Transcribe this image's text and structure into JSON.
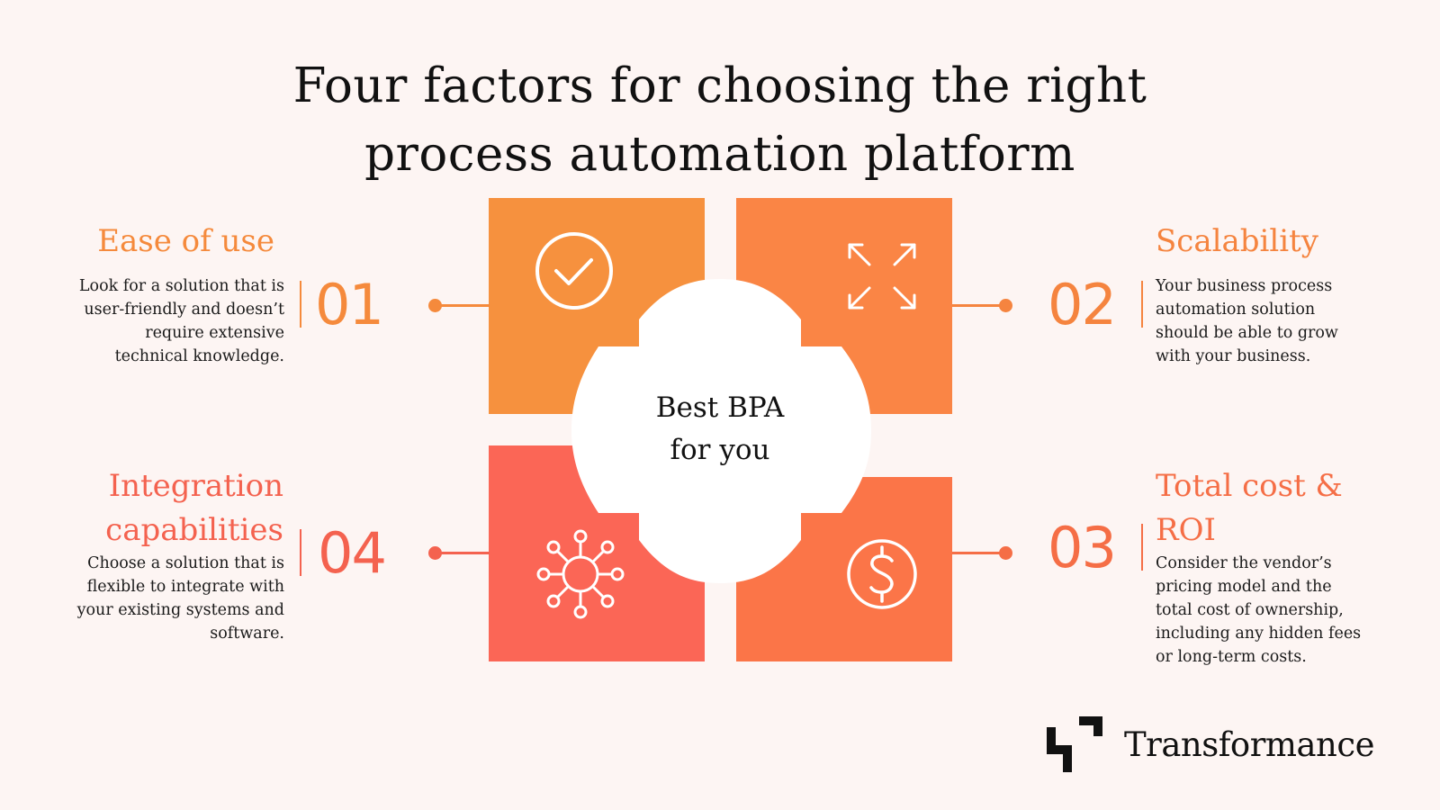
{
  "title": {
    "line1": "Four factors for choosing the right",
    "line2": "process automation platform"
  },
  "center": {
    "line1": "Best BPA",
    "line2": "for you"
  },
  "factors": [
    {
      "title": "Ease of use",
      "number": "01",
      "description": "Look for a solution that is user-friendly and doesn’t require extensive technical knowledge.",
      "color": "#f58a3c",
      "icon": "checkmark-circle-icon"
    },
    {
      "title": "Scalability",
      "number": "02",
      "description": "Your business process automation solution should be able to grow with your business.",
      "color": "#f5843f",
      "icon": "expand-arrows-icon"
    },
    {
      "title": "Total cost & ROI",
      "number": "03",
      "description": "Consider the vendor’s pricing model and the total cost of ownership, including any hidden fees or long-term costs.",
      "color": "#f56e46",
      "icon": "dollar-circle-icon"
    },
    {
      "title": "Integration capabilities",
      "number": "04",
      "description": "Choose a solution that is flexible to integrate with your existing systems and software.",
      "color": "#f4624f",
      "icon": "network-hub-icon"
    }
  ],
  "colors": {
    "tile_01": "#f6913e",
    "tile_02": "#fa8545",
    "tile_03": "#fb7548",
    "tile_04": "#fb6656",
    "background": "#fdf5f3"
  },
  "brand": {
    "name": "Transformance",
    "logo": "transformance-logo-icon"
  }
}
